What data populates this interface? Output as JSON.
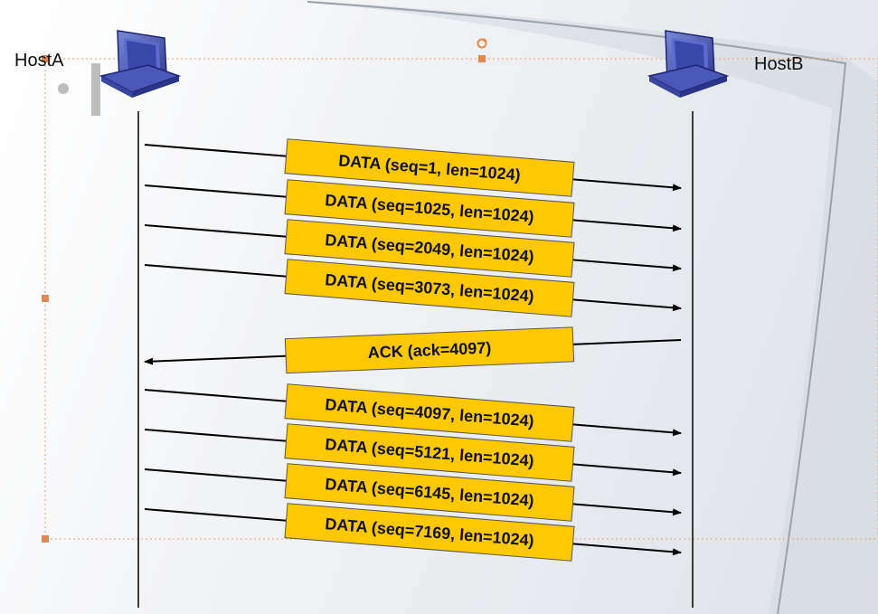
{
  "hosts": {
    "a_label": "HostA",
    "b_label": "HostB"
  },
  "colors": {
    "label_fill": "#ffc800",
    "label_stroke": "#555555",
    "arrow": "#000000",
    "title_red": "#e01010"
  },
  "messages": [
    {
      "label": "DATA (seq=1, len=1024)",
      "direction": "A-to-B"
    },
    {
      "label": "DATA (seq=1025, len=1024)",
      "direction": "A-to-B"
    },
    {
      "label": "DATA (seq=2049, len=1024)",
      "direction": "A-to-B"
    },
    {
      "label": "DATA (seq=3073, len=1024)",
      "direction": "A-to-B"
    },
    {
      "label": "ACK (ack=4097)",
      "direction": "B-to-A"
    },
    {
      "label": "DATA (seq=4097, len=1024)",
      "direction": "A-to-B"
    },
    {
      "label": "DATA (seq=5121, len=1024)",
      "direction": "A-to-B"
    },
    {
      "label": "DATA (seq=6145, len=1024)",
      "direction": "A-to-B"
    },
    {
      "label": "DATA (seq=7169, len=1024)",
      "direction": "A-to-B"
    }
  ]
}
